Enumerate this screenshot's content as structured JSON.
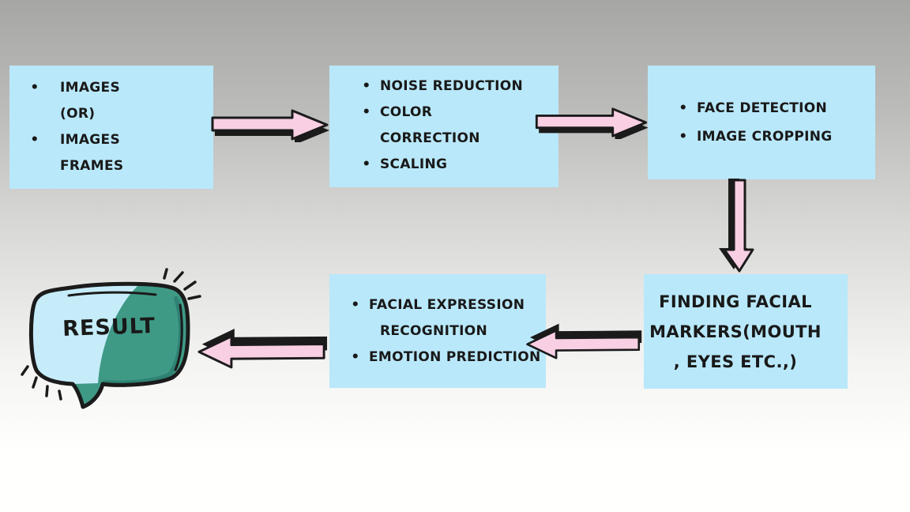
{
  "title": "Facial Emotion Recognition Flowchart",
  "colors": {
    "bg_top": "#a6a6a4",
    "bg_mid": "#d9d9d7",
    "bg_bottom": "#fffffe",
    "box_fill": "#b9e8fa",
    "text": "#191919",
    "arrow_fill": "#f8cfe3",
    "arrow_outline": "#1b1b1b",
    "bubble_teal": "#3f9a85",
    "bubble_teal_dark": "#2f8273",
    "bubble_light": "#c6ecfa"
  },
  "boxes": [
    {
      "id": "input",
      "bullets": true,
      "lines": [
        {
          "bullet": true,
          "text": "IMAGES",
          "align": "left"
        },
        {
          "bullet": false,
          "text": "(OR)",
          "align": "left"
        },
        {
          "bullet": true,
          "text": "IMAGES",
          "align": "left"
        },
        {
          "bullet": false,
          "text": "FRAMES",
          "align": "left"
        }
      ]
    },
    {
      "id": "preprocess",
      "bullets": true,
      "lines": [
        {
          "bullet": true,
          "text": "NOISE REDUCTION",
          "align": "left"
        },
        {
          "bullet": true,
          "text": "COLOR",
          "align": "left"
        },
        {
          "bullet": false,
          "text": "CORRECTION",
          "align": "left"
        },
        {
          "bullet": true,
          "text": "SCALING",
          "align": "left"
        }
      ]
    },
    {
      "id": "detect",
      "bullets": true,
      "lines": [
        {
          "bullet": true,
          "text": "FACE DETECTION",
          "align": "left"
        },
        {
          "bullet": true,
          "text": "IMAGE CROPPING",
          "align": "left"
        }
      ]
    },
    {
      "id": "markers",
      "bullets": false,
      "lines": [
        {
          "bullet": false,
          "text": "FINDING FACIAL",
          "align": "center"
        },
        {
          "bullet": false,
          "text": "MARKERS(MOUTH",
          "align": "center"
        },
        {
          "bullet": false,
          "text": ", EYES ETC.,)",
          "align": "center"
        }
      ]
    },
    {
      "id": "recognition",
      "bullets": true,
      "lines": [
        {
          "bullet": true,
          "text": "FACIAL EXPRESSION",
          "align": "left"
        },
        {
          "bullet": false,
          "text": "RECOGNITION",
          "align": "center"
        },
        {
          "bullet": true,
          "text": "EMOTION PREDICTION",
          "align": "left"
        }
      ]
    }
  ],
  "arrows": [
    {
      "from": "input",
      "to": "preprocess",
      "direction": "right"
    },
    {
      "from": "preprocess",
      "to": "detect",
      "direction": "right"
    },
    {
      "from": "detect",
      "to": "markers",
      "direction": "down"
    },
    {
      "from": "markers",
      "to": "recognition",
      "direction": "left"
    },
    {
      "from": "recognition",
      "to": "result",
      "direction": "left"
    }
  ],
  "result": {
    "label": "RESULT"
  }
}
